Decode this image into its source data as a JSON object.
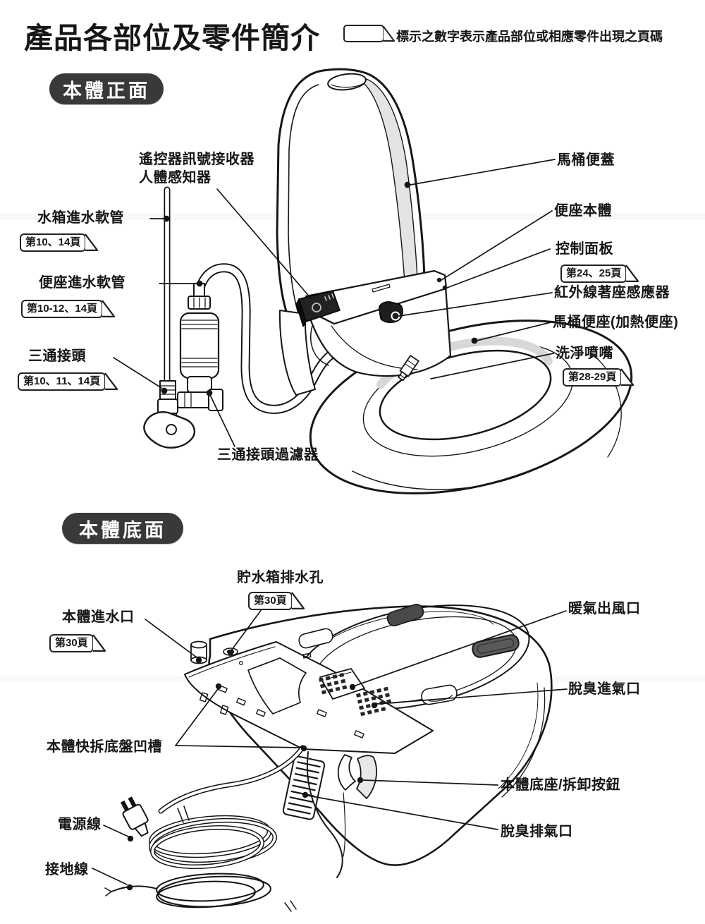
{
  "title": "產品各部位及零件簡介",
  "legend": {
    "note": "標示之數字表示產品部位或相應零件出現之頁碼"
  },
  "front": {
    "header": "本體正面",
    "labels": {
      "remote_receiver_line1": "遙控器訊號接收器",
      "remote_receiver_line2": "人體感知器",
      "tank_hose": "水箱進水軟管",
      "tank_hose_page": "第10、14頁",
      "seat_hose": "便座進水軟管",
      "seat_hose_page": "第10-12、14頁",
      "t_connector": "三通接頭",
      "t_connector_page": "第10、11、14頁",
      "t_connector_filter": "三通接頭過濾器",
      "lid": "馬桶便蓋",
      "seat_body": "便座本體",
      "control_panel": "控制面板",
      "control_panel_page": "第24、25頁",
      "ir_seat_sensor": "紅外線著座感應器",
      "heated_seat": "馬桶便座(加熱便座)",
      "wash_nozzle": "洗淨噴嘴",
      "wash_nozzle_page": "第28-29頁"
    }
  },
  "bottom": {
    "header": "本體底面",
    "labels": {
      "tank_drain": "貯水箱排水孔",
      "tank_drain_page": "第30頁",
      "body_inlet": "本體進水口",
      "body_inlet_page": "第30頁",
      "warm_air_outlet": "暖氣出風口",
      "deodorizing_intake": "脫臭進氣口",
      "base_plate_groove": "本體快拆底盤凹槽",
      "base_release_button": "本體底座/拆卸按鈕",
      "deodorizing_exhaust": "脫臭排氣口",
      "power_cord": "電源線",
      "ground_wire": "接地線"
    }
  },
  "colors": {
    "pill_bg": "#39393b",
    "pill_text": "#ffffff",
    "ink": "#161616"
  }
}
